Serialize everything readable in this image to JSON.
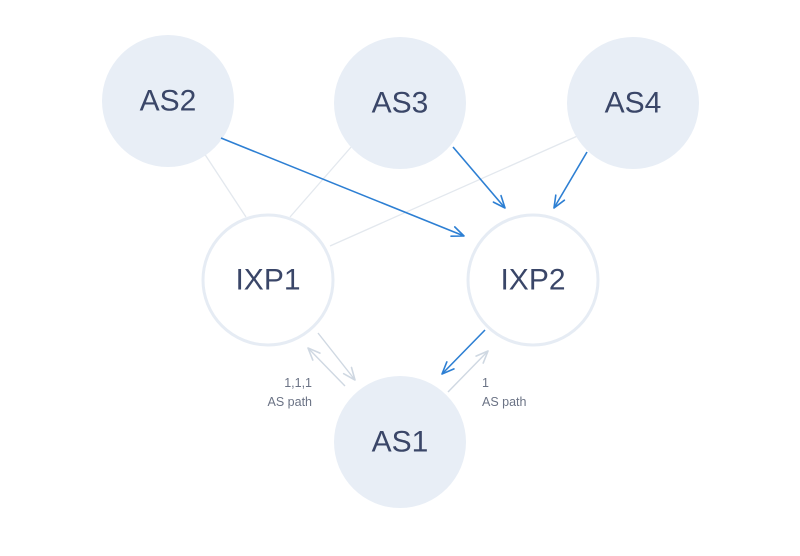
{
  "colors": {
    "node_fill": "#e8eef6",
    "ixp_fill": "#ffffff",
    "ixp_stroke": "#e6ecf4",
    "link": "#e3e8ee",
    "arrow_blue": "#2d7fd3",
    "arrow_faint": "#cfd8e2",
    "text_dark": "#3a4668",
    "text_label": "#6b7385"
  },
  "nodes": {
    "as2": {
      "label": "AS2"
    },
    "as3": {
      "label": "AS3"
    },
    "as4": {
      "label": "AS4"
    },
    "ixp1": {
      "label": "IXP1"
    },
    "ixp2": {
      "label": "IXP2"
    },
    "as1": {
      "label": "AS1"
    }
  },
  "edge_labels": {
    "left_path": {
      "value": "1,1,1",
      "caption": "AS path"
    },
    "right_path": {
      "value": "1",
      "caption": "AS path"
    }
  }
}
